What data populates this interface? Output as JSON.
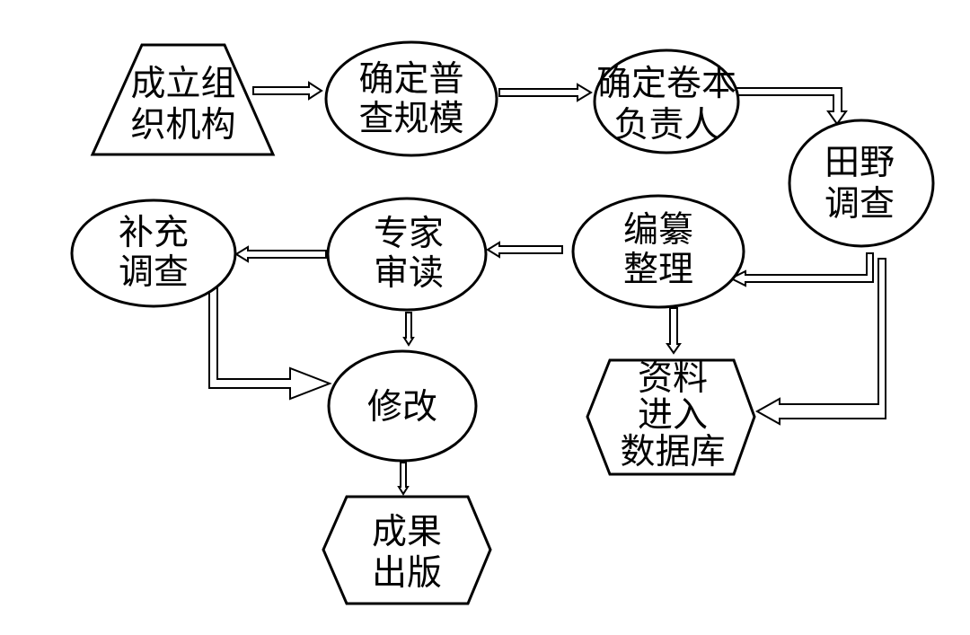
{
  "nodes": {
    "establish_org": [
      "成立组",
      "织机构"
    ],
    "define_scope": [
      "确定普",
      "查规模"
    ],
    "assign_editor": [
      "确定卷本",
      "负责人"
    ],
    "field_survey": [
      "田野",
      "调查"
    ],
    "compile": [
      "编纂",
      "整理"
    ],
    "expert_review": [
      "专家",
      "审读"
    ],
    "supplement": [
      "补充",
      "调查"
    ],
    "revise": [
      "修改"
    ],
    "database": [
      "资料",
      "进入",
      "数据库"
    ],
    "publish": [
      "成果",
      "出版"
    ]
  }
}
